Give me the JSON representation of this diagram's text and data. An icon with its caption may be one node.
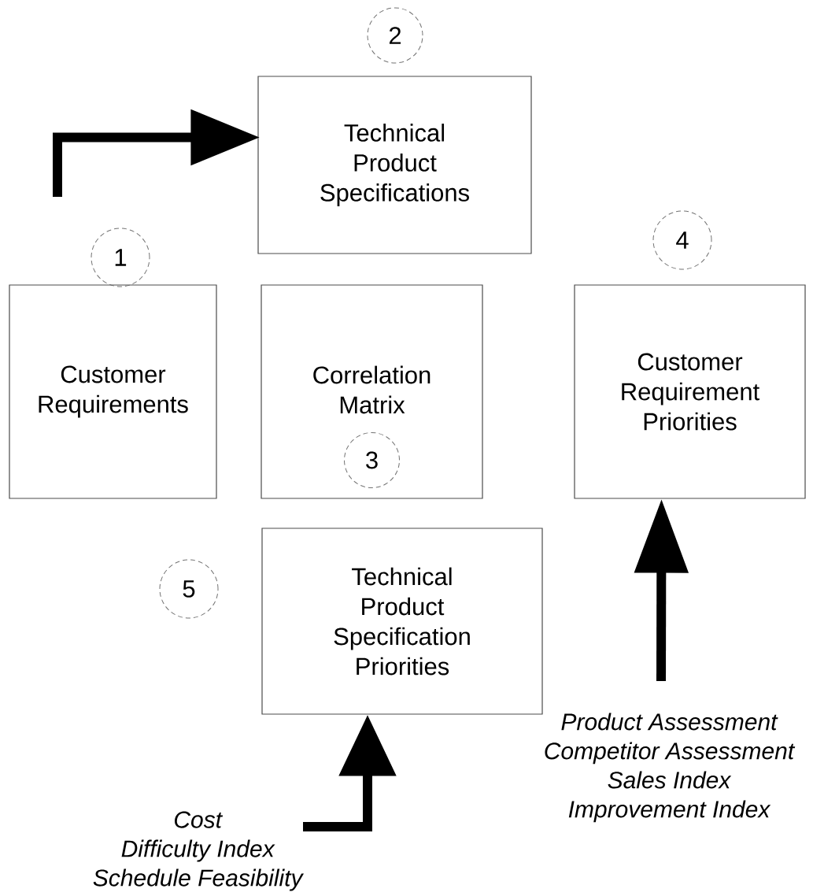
{
  "diagram": {
    "nodes": [
      {
        "text": [
          "2"
        ]
      },
      {
        "text": [
          "Technical Product Specifications"
        ]
      },
      {
        "text": [
          "1"
        ]
      },
      {
        "text": [
          "Customer Requirements"
        ]
      },
      {
        "text": [
          "Correlation Matrix"
        ]
      },
      {
        "text": [
          "3"
        ],
        "in": 4
      },
      {
        "text": [
          "4"
        ]
      },
      {
        "text": [
          "Customer Requirement Priorities"
        ]
      },
      {
        "text": [
          "5"
        ]
      },
      {
        "text": [
          "Technical Product Specification Priorities"
        ]
      },
      {
        "text": [
          "Product Assessment",
          "Competitor Assessment",
          "Sales Index",
          "Improvement Index"
        ]
      },
      {
        "text": [
          "Cost",
          "Difficulty Index",
          "Schedule Feasibility"
        ]
      }
    ],
    "edges": [
      {
        "from": null,
        "to": 1,
        "arrow": "to"
      },
      {
        "from": 11,
        "to": 9,
        "arrow": "to"
      },
      {
        "from": 10,
        "to": 7,
        "arrow": "to"
      }
    ]
  }
}
